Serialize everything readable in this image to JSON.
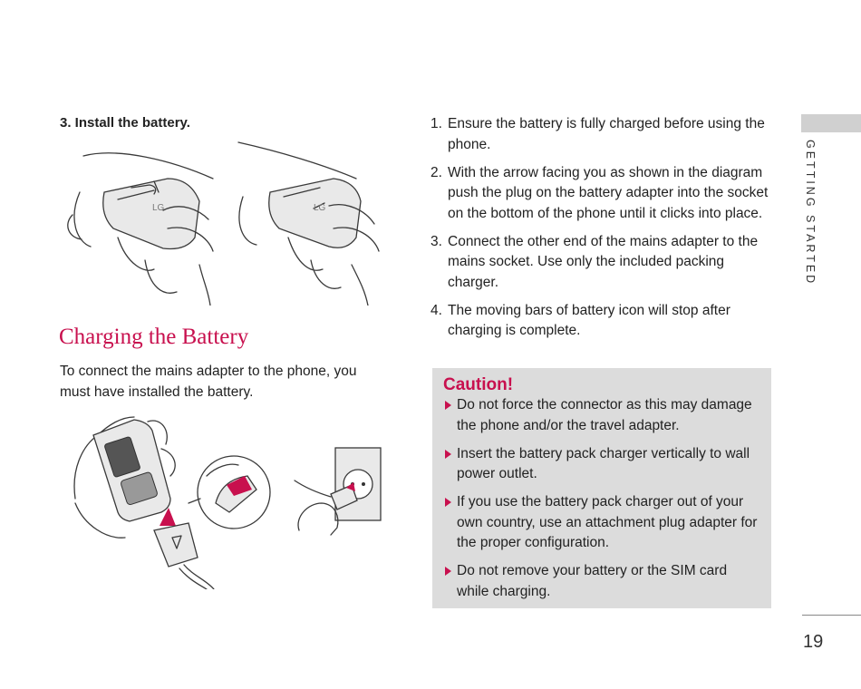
{
  "left_column": {
    "step_heading": "3. Install the battery.",
    "section_title": "Charging the Battery",
    "intro": "To connect the mains adapter to the phone, you must have installed the battery."
  },
  "steps": [
    {
      "num": "1.",
      "text": "Ensure the battery is fully charged before using the phone."
    },
    {
      "num": "2.",
      "text": "With the arrow facing you as shown in the diagram push the plug on the battery adapter into the socket on the bottom of the phone until it clicks into place."
    },
    {
      "num": "3.",
      "text": "Connect the other end of the mains adapter to the mains socket. Use only the included packing charger."
    },
    {
      "num": "4.",
      "text": "The moving bars of battery icon will stop after charging is complete."
    }
  ],
  "caution": {
    "title": "Caution!",
    "items": [
      "Do not force the connector as this may damage the phone and/or the travel adapter.",
      "Insert the battery pack charger vertically to wall power outlet.",
      "If you use the battery pack charger out of your own country, use an attachment plug adapter for the proper configuration.",
      "Do not remove your battery or the SIM card while charging."
    ]
  },
  "sidebar": {
    "section_label": "GETTING STARTED"
  },
  "page_number": "19",
  "colors": {
    "accent": "#c8104e",
    "caution_bg": "#dcdcdc",
    "tab_bg": "#d0d0d0"
  }
}
